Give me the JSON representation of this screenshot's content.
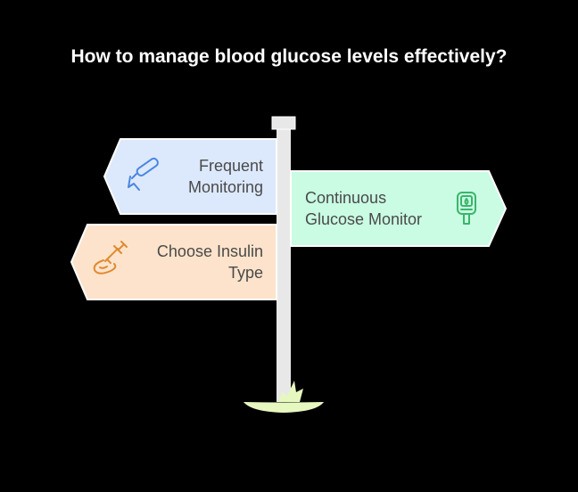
{
  "title": "How to manage blood glucose levels effectively?",
  "signs": [
    {
      "line1": "Frequent",
      "line2": "Monitoring",
      "icon": "glucose-meter-pen-icon",
      "direction": "left",
      "fill": "#dce8fc",
      "icon_color": "#4a86e0"
    },
    {
      "line1": "Continuous",
      "line2": "Glucose Monitor",
      "icon": "glucose-monitor-device-icon",
      "direction": "right",
      "fill": "#c9fce3",
      "icon_color": "#3bb56a"
    },
    {
      "line1": "Choose Insulin",
      "line2": "Type",
      "icon": "insulin-syringe-icon",
      "direction": "left",
      "fill": "#fde3cb",
      "icon_color": "#e08a30"
    }
  ]
}
